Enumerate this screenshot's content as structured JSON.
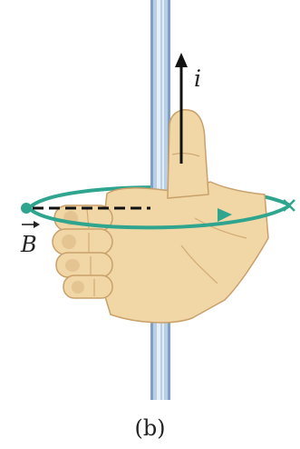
{
  "labels": {
    "current": "i",
    "field": "B",
    "caption": "(b)"
  },
  "colors": {
    "field_loop": "#2fa48e",
    "wire": "#b9cfe6",
    "wire_edge": "#7f9fc4",
    "hand": "#f1d7a6",
    "hand_shade": "#dcb883",
    "arrow": "#111111"
  },
  "icons": {
    "vector_arrow": "right-arrow-over-letter",
    "field_end_mark": "cross-mark"
  }
}
